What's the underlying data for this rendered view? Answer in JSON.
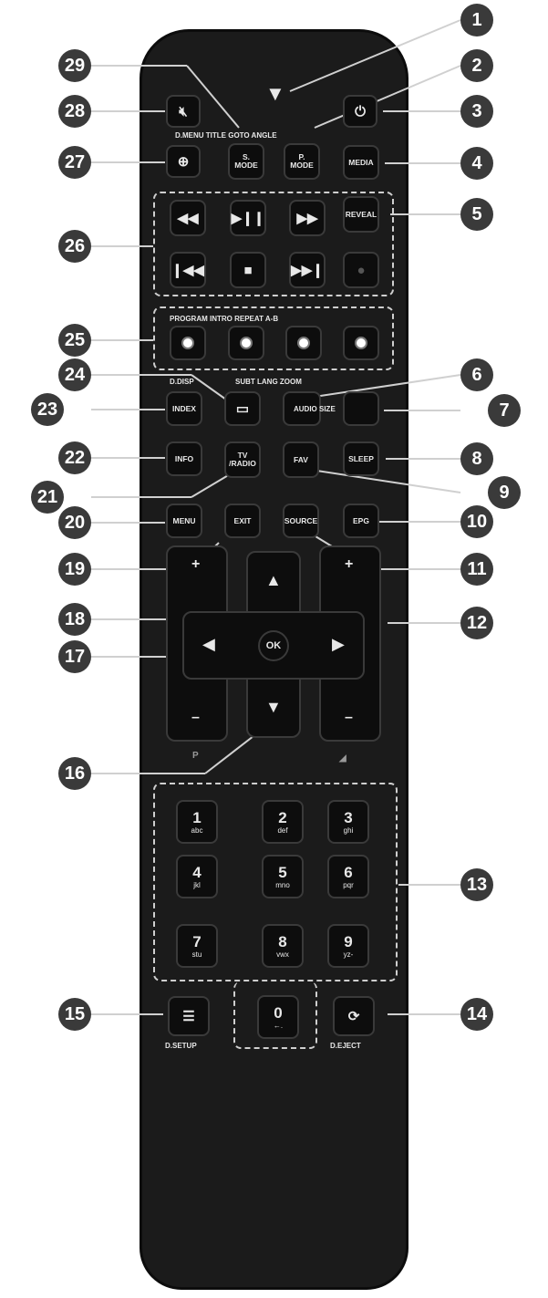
{
  "remote": {
    "top_labels": "D.MENU TITLE GOTO ANGLE",
    "smode": [
      "S.",
      "MODE"
    ],
    "pmode": [
      "P.",
      "MODE"
    ],
    "media": "MEDIA",
    "reveal": "REVEAL",
    "colors_label": "PROGRAM INTRO REPEAT A-B",
    "subt_label": "SUBT LANG ZOOM",
    "ddisp_label": "D.DISP",
    "index": "INDEX",
    "audio_size": "AUDIO SIZE",
    "info": "INFO",
    "tv_radio": [
      "TV",
      "/RADIO"
    ],
    "fav": "FAV",
    "sleep": "SLEEP",
    "menu": "MENU",
    "exit": "EXIT",
    "source": "SOURCE",
    "epg": "EPG",
    "vol_plus": "+",
    "vol_minus": "–",
    "ch_plus": "+",
    "ch_minus": "–",
    "ch_label": "P",
    "ok": "OK",
    "digits": [
      {
        "n": "1",
        "s": "abc"
      },
      {
        "n": "2",
        "s": "def"
      },
      {
        "n": "3",
        "s": "ghi"
      },
      {
        "n": "4",
        "s": "jkl"
      },
      {
        "n": "5",
        "s": "mno"
      },
      {
        "n": "6",
        "s": "pqr"
      },
      {
        "n": "7",
        "s": "stu"
      },
      {
        "n": "8",
        "s": "vwx"
      },
      {
        "n": "9",
        "s": "yz-"
      },
      {
        "n": "0",
        "s": "←."
      }
    ],
    "dsetup": "D.SETUP",
    "deject": "D.EJECT",
    "colors": {
      "body": "#1b1b1b",
      "red": "#cc2222",
      "green": "#22aa33",
      "yellow": "#e6c21a",
      "blue": "#2255cc"
    }
  },
  "callouts": [
    "1",
    "2",
    "3",
    "4",
    "5",
    "6",
    "7",
    "8",
    "9",
    "10",
    "11",
    "12",
    "13",
    "14",
    "15",
    "16",
    "17",
    "18",
    "19",
    "20",
    "21",
    "22",
    "23",
    "24",
    "25",
    "26",
    "27",
    "28",
    "29"
  ]
}
